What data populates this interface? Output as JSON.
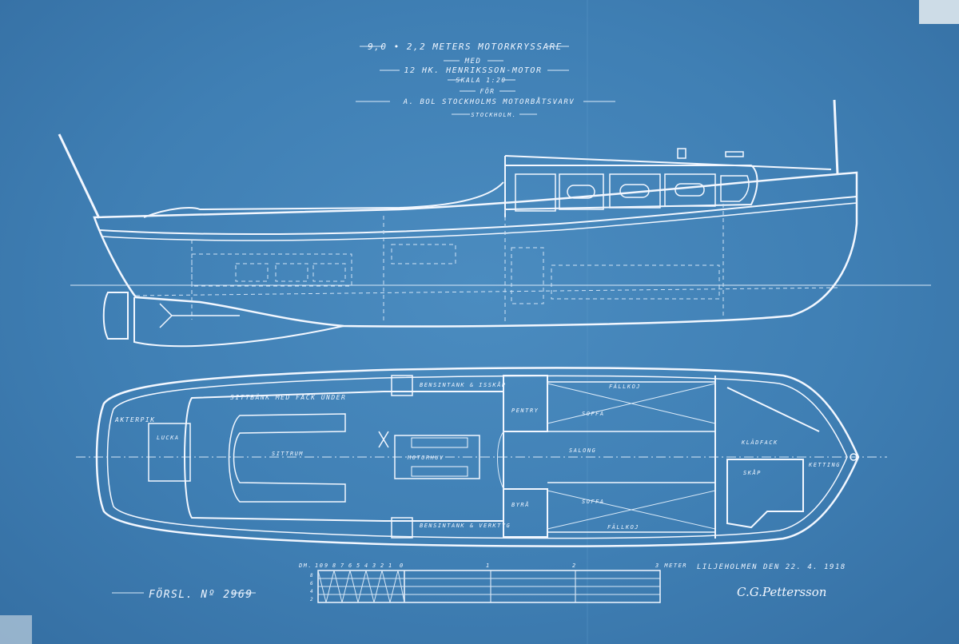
{
  "title_block": {
    "line1": "9,0 • 2,2 METERS MOTORKRYSSARE",
    "line2": "MED",
    "line3": "12 HK. HENRIKSSON-MOTOR",
    "line4": "SKALA 1:20",
    "line5": "FÖR",
    "line6": "A. BOL STOCKHOLMS MOTORBÅTSVARV",
    "line7": "STOCKHOLM."
  },
  "plan_labels": {
    "akterpik": "AKTERPIK",
    "lucka": "LUCKA",
    "sittbank": "SITTBÄNK MED FACK UNDER",
    "sittrum": "SITTRUM",
    "bensintank_top": "BENSINTANK & ISSKÅP",
    "bensintank_bottom": "BENSINTANK & VERKTYG",
    "motorhuv": "MOTORHUV",
    "pentry": "PENTRY",
    "byra": "BYRÅ",
    "soffa_top": "SOFFA",
    "soffa_bottom": "SOFFA",
    "salong": "SALONG",
    "fallkoj_top": "FÄLLKOJ",
    "fallkoj_bottom": "FÄLLKOJ",
    "kladfack": "KLÄDFACK",
    "skap": "SKÅP",
    "ketting": "KETTING"
  },
  "scale_bar": {
    "prefix": "DM.",
    "dm_ticks": [
      "10",
      "9",
      "8",
      "7",
      "6",
      "5",
      "4",
      "3",
      "2",
      "1",
      "0"
    ],
    "meter_ticks": [
      "1",
      "2",
      "3 METER"
    ],
    "row_ticks": [
      "8",
      "6",
      "4",
      "2"
    ]
  },
  "proposal": "FÖRSL. Nº 2969",
  "place_date": "LILJEHOLMEN DEN 22. 4. 1918",
  "signature": "C.G.Pettersson",
  "colors": {
    "paper": "#3f7fb4",
    "ink": "#f2f7ff"
  }
}
